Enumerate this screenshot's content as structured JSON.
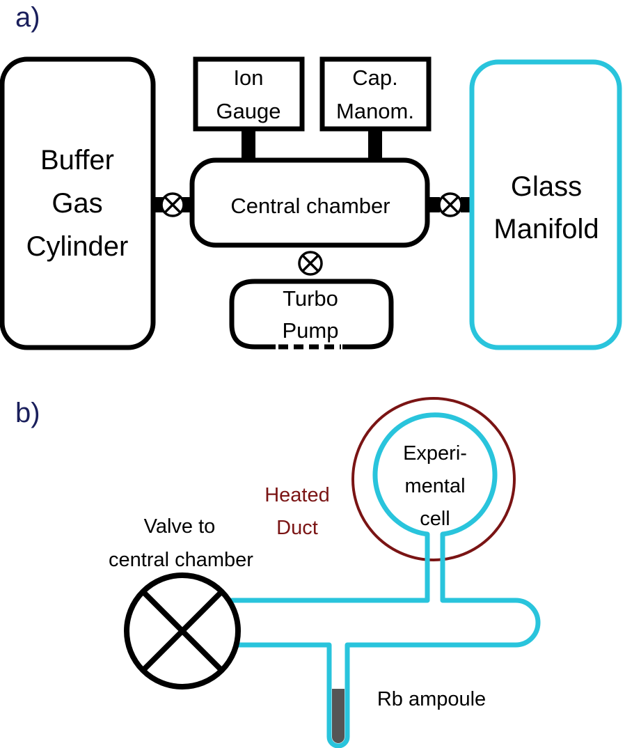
{
  "panel_a": {
    "label": "a)",
    "buffer_gas": [
      "Buffer",
      "Gas",
      "Cylinder"
    ],
    "ion_gauge": [
      "Ion",
      "Gauge"
    ],
    "cap_manom": [
      "Cap.",
      "Manom."
    ],
    "central_chamber": "Central chamber",
    "glass_manifold": [
      "Glass",
      "Manifold"
    ],
    "turbo_pump": [
      "Turbo",
      "Pump"
    ]
  },
  "panel_b": {
    "label": "b)",
    "cell": [
      "Experi-",
      "mental",
      "cell"
    ],
    "heated_duct": [
      "Heated",
      "Duct"
    ],
    "valve": [
      "Valve to",
      "central chamber"
    ],
    "rb_ampoule": "Rb ampoule"
  },
  "colors": {
    "panel_label": "#1a1f5c",
    "glass": "#29c4dc",
    "heated": "#7a1414",
    "outline": "#000000",
    "rb": "#555555"
  }
}
